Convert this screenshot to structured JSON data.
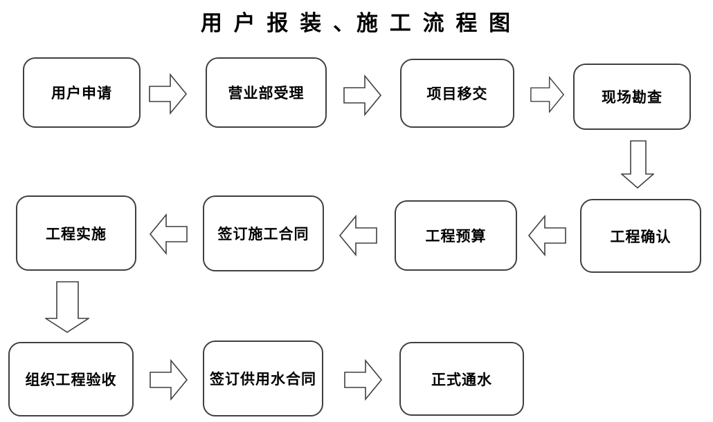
{
  "title": "用 户 报 装 、施 工 流 程 图",
  "flow_steps": [
    {
      "id": "user-apply",
      "label": "用户申请"
    },
    {
      "id": "business-accept",
      "label": "营业部受理"
    },
    {
      "id": "project-handover",
      "label": "项目移交"
    },
    {
      "id": "site-survey",
      "label": "现场勘查"
    },
    {
      "id": "project-confirm",
      "label": "工程确认"
    },
    {
      "id": "project-budget",
      "label": "工程预算"
    },
    {
      "id": "sign-construction-contract",
      "label": "签订施工合同"
    },
    {
      "id": "project-implementation",
      "label": "工程实施"
    },
    {
      "id": "organize-acceptance",
      "label": "组织工程验收"
    },
    {
      "id": "sign-water-supply-contract",
      "label": "签订供用水合同"
    },
    {
      "id": "official-water-supply",
      "label": "正式通水"
    }
  ],
  "connections": [
    {
      "from": "用户申请",
      "to": "营业部受理",
      "direction": "right"
    },
    {
      "from": "营业部受理",
      "to": "项目移交",
      "direction": "right"
    },
    {
      "from": "项目移交",
      "to": "现场勘查",
      "direction": "right"
    },
    {
      "from": "现场勘查",
      "to": "工程确认",
      "direction": "down"
    },
    {
      "from": "工程确认",
      "to": "工程预算",
      "direction": "left"
    },
    {
      "from": "工程预算",
      "to": "签订施工合同",
      "direction": "left"
    },
    {
      "from": "签订施工合同",
      "to": "工程实施",
      "direction": "left"
    },
    {
      "from": "工程实施",
      "to": "组织工程验收",
      "direction": "down"
    },
    {
      "from": "组织工程验收",
      "to": "签订供用水合同",
      "direction": "right"
    },
    {
      "from": "签订供用水合同",
      "to": "正式通水",
      "direction": "right"
    }
  ],
  "colors": {
    "background": "#ffffff",
    "box_border": "#3f3f3f",
    "text": "#000000"
  }
}
